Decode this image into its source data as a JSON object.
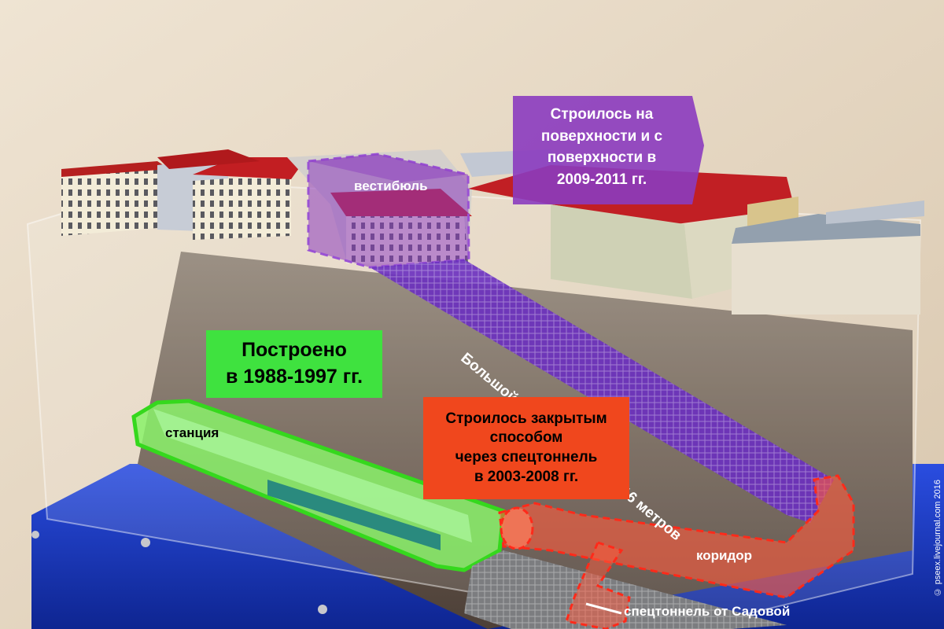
{
  "labels": {
    "surface_note": [
      "Строилось на",
      "поверхности и с",
      "поверхности в",
      "2009-2011 гг."
    ],
    "vestibule": "вестибюль",
    "incline": "Большой наклонный ход - 116 метров",
    "built_note": [
      "Построено",
      "в 1988-1997 гг."
    ],
    "station": "станция",
    "closed_note": [
      "Строилось закрытым",
      "способом",
      "через спецтоннель",
      "в 2003-2008 гг."
    ],
    "corridor": "коридор",
    "service_tunnel": "спецтоннель от Садовой",
    "credit": "© pseex.livejournal.com 2016"
  },
  "colors": {
    "wall": "#e8dccb",
    "purple": "#8b3bbf",
    "green": "#3fe23f",
    "red": "#f0471d",
    "base_blue": "#1533b8"
  }
}
